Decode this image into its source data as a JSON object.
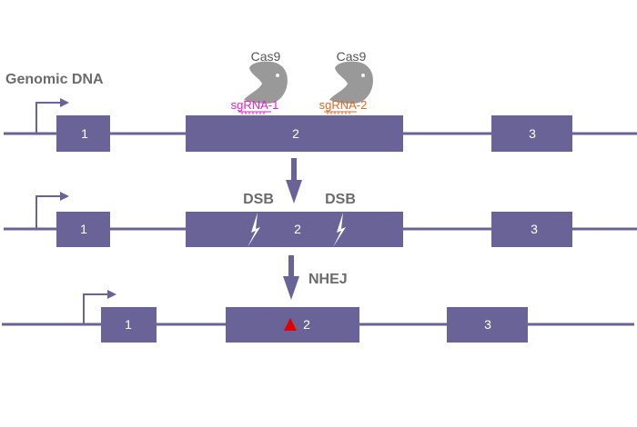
{
  "title": "Genomic DNA",
  "exons": {
    "exon1": "1",
    "exon2": "2",
    "exon3": "3"
  },
  "cas9_1": {
    "label": "Cas9",
    "sgrna": "sgRNA-1"
  },
  "cas9_2": {
    "label": "Cas9",
    "sgrna": "sgRNA-2"
  },
  "dsb_label": "DSB",
  "nhej_label": "NHEJ",
  "colors": {
    "exon": "#6a6398",
    "cas9": "#999999",
    "sgrna_1": "#e020c8",
    "sgrna_2": "#e06828",
    "mutation": "#e00000"
  }
}
